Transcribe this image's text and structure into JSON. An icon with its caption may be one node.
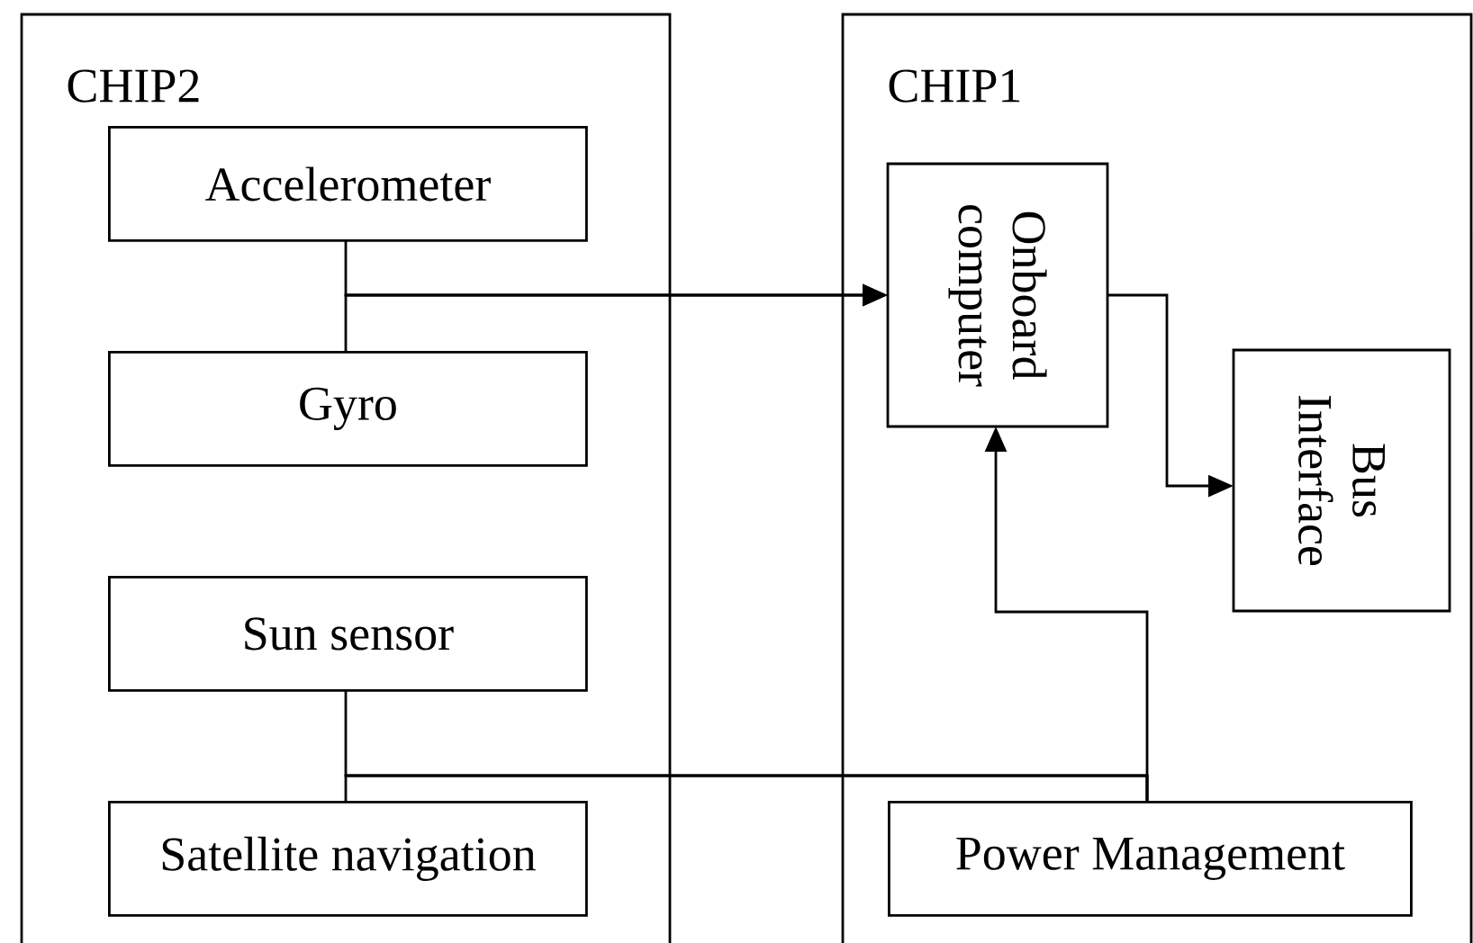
{
  "diagram": {
    "nodes": [
      {
        "text": [
          "CHIP2"
        ]
      },
      {
        "text": [
          "Accelerometer"
        ],
        "in": 0
      },
      {
        "text": [
          "Gyro"
        ],
        "in": 0
      },
      {
        "text": [
          "Sun sensor"
        ],
        "in": 0
      },
      {
        "text": [
          "Satellite navigation"
        ],
        "in": 0
      },
      {
        "text": [
          "CHIP1"
        ]
      },
      {
        "text": [
          "Onboard computer"
        ],
        "in": 5
      },
      {
        "text": [
          "Bus Interface"
        ],
        "in": 5
      },
      {
        "text": [
          "Power Management"
        ],
        "in": 5
      }
    ],
    "edges": [
      {
        "from": 1,
        "to": 6,
        "arrow": "to"
      },
      {
        "from": 2,
        "to": 6,
        "arrow": "to"
      },
      {
        "from": 6,
        "to": 7,
        "arrow": "to"
      },
      {
        "from": 8,
        "to": 6,
        "arrow": "to"
      },
      {
        "from": 8,
        "to": 3,
        "arrow": "none"
      },
      {
        "from": 8,
        "to": 4,
        "arrow": "none"
      }
    ]
  }
}
